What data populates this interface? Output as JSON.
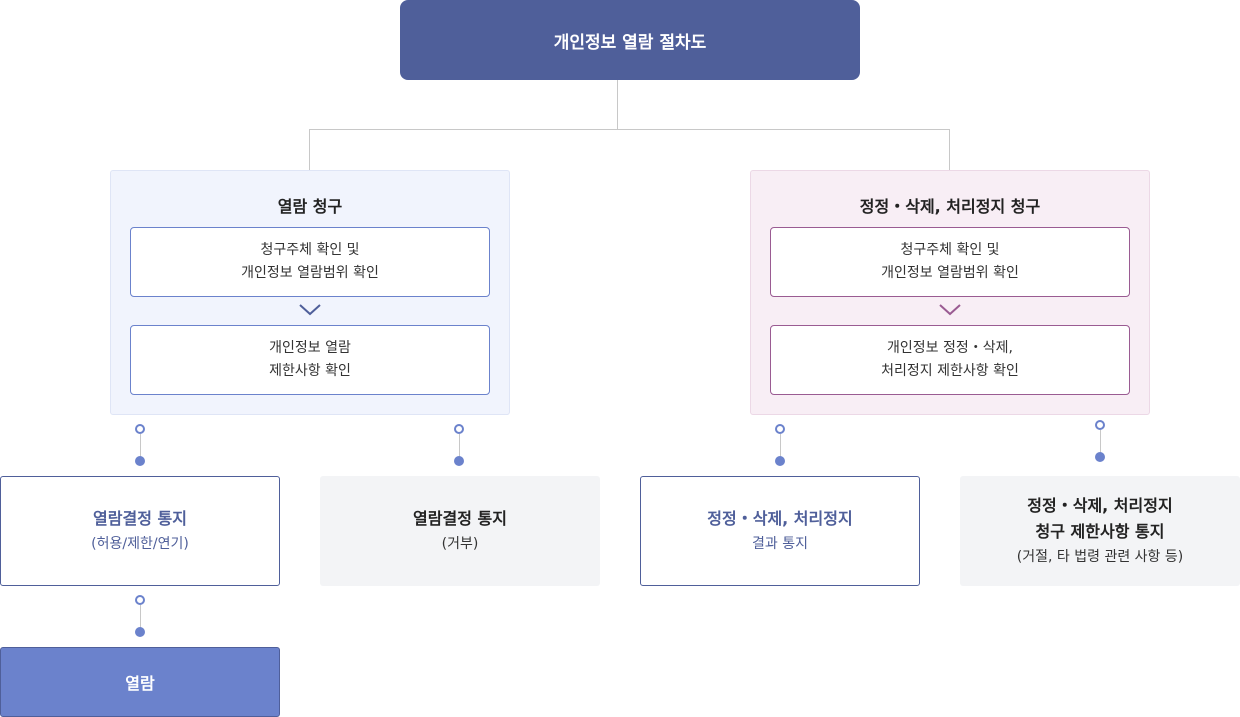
{
  "title": "개인정보 열람 절차도",
  "colors": {
    "primary": "#4f5f9a",
    "accent": "#6b82cc",
    "pink_accent": "#9a5b92",
    "blue_panel": "#f1f4fd",
    "pink_panel": "#f8eef5",
    "grey_box": "#f3f4f6"
  },
  "groups": [
    {
      "title": "열람 청구",
      "steps": [
        {
          "line1": "청구주체 확인 및",
          "line2": "개인정보 열람범위 확인"
        },
        {
          "line1": "개인정보 열람",
          "line2": "제한사항 확인"
        }
      ],
      "arrow_icon": "chevron-down-icon"
    },
    {
      "title": "정정・삭제, 처리정지 청구",
      "steps": [
        {
          "line1": "청구주체 확인 및",
          "line2": "개인정보 열람범위 확인"
        },
        {
          "line1": "개인정보 정정・삭제,",
          "line2": "처리정지 제한사항 확인"
        }
      ],
      "arrow_icon": "chevron-down-icon"
    }
  ],
  "results": [
    {
      "title": "열람결정 통지",
      "sub": "(허용/제한/연기)"
    },
    {
      "title": "열람결정 통지",
      "sub": "(거부)"
    },
    {
      "title": "정정・삭제, 처리정지",
      "sub": "결과 통지"
    },
    {
      "title_line1": "정정・삭제, 처리정지",
      "title_line2": "청구 제한사항 통지",
      "sub": "(거절, 타 법령 관련 사항 등)"
    }
  ],
  "final": {
    "label": "열람"
  }
}
